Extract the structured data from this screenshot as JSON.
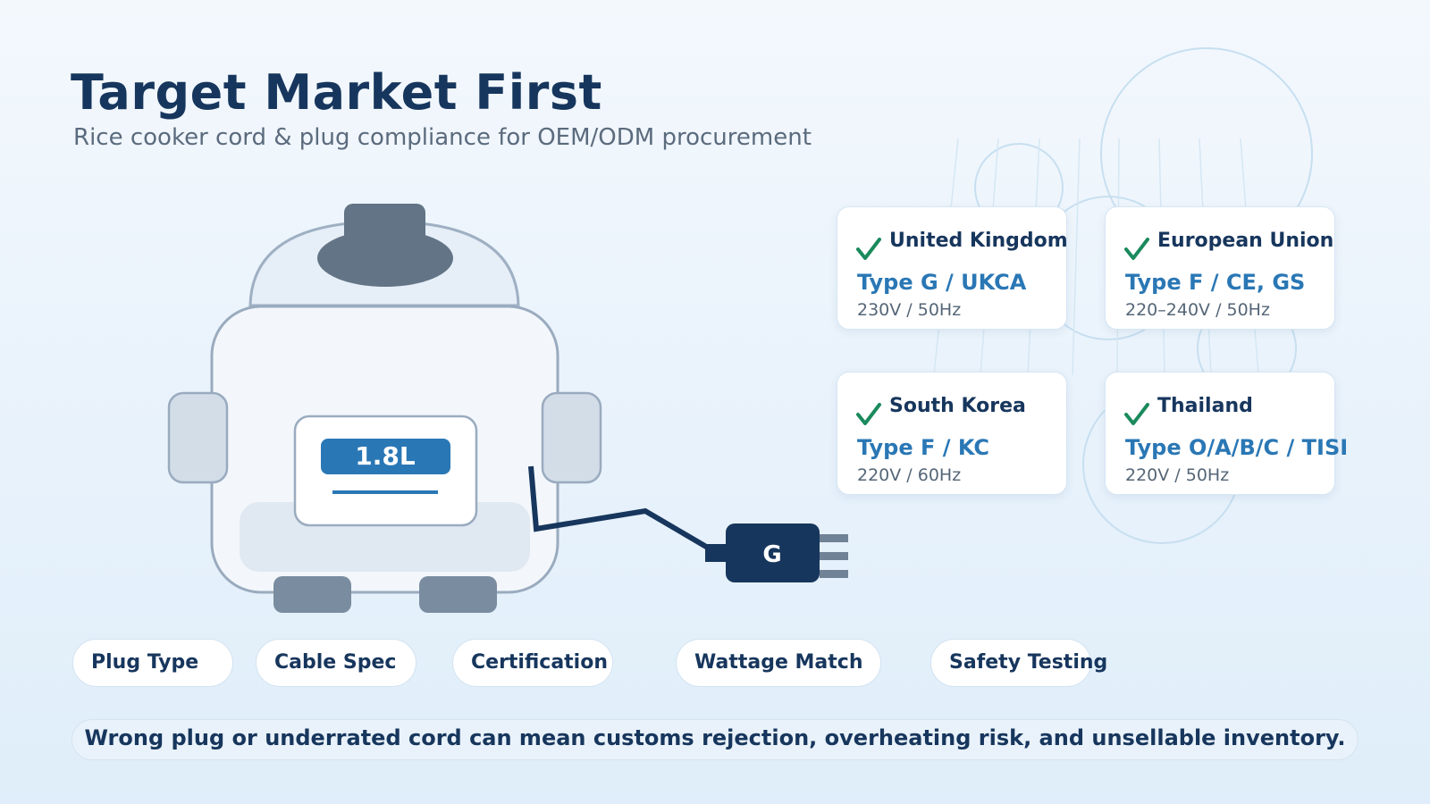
{
  "title": "Target Market First",
  "subtitle": "Rice cooker cord & plug compliance for OEM/ODM procurement",
  "illustration": {
    "capacity_label": "1.8L",
    "plug_letter": "G"
  },
  "markets": [
    {
      "country": "United Kingdom",
      "plug": "Type G / UKCA",
      "voltage": "230V / 50Hz",
      "icon": "check-icon"
    },
    {
      "country": "European Union",
      "plug": "Type F / CE, GS",
      "voltage": "220–240V / 50Hz",
      "icon": "check-icon"
    },
    {
      "country": "South Korea",
      "plug": "Type F / KC",
      "voltage": "220V / 60Hz",
      "icon": "check-icon"
    },
    {
      "country": "Thailand",
      "plug": "Type O/A/B/C / TISI",
      "voltage": "220V / 50Hz",
      "icon": "check-icon"
    }
  ],
  "criteria": [
    "Plug Type",
    "Cable Spec",
    "Certification",
    "Wattage Match",
    "Safety Testing"
  ],
  "footer": "Wrong plug or underrated cord can mean customs rejection, overheating risk, and unsellable inventory.",
  "colors": {
    "navy": "#17365d",
    "accent_blue": "#2a77b5",
    "check_green": "#1a8a5c"
  }
}
